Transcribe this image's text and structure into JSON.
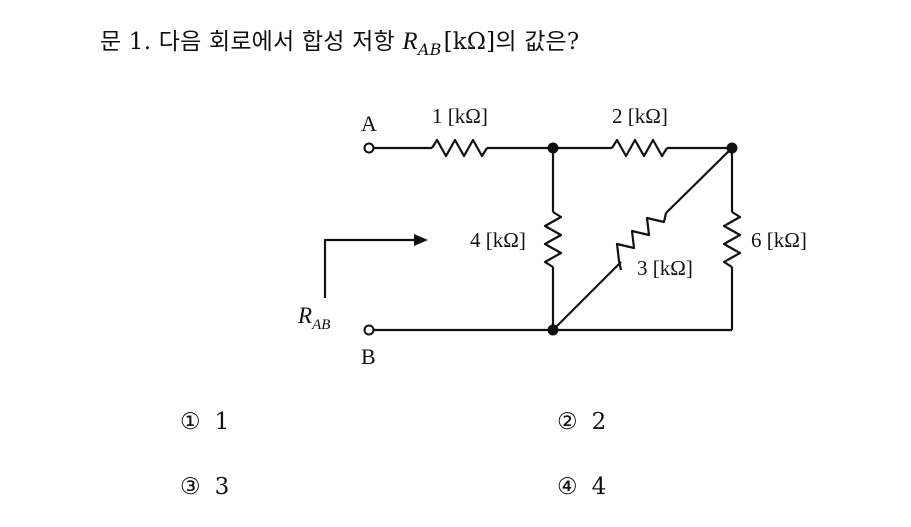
{
  "question": {
    "prefix": "문  1. 다음 회로에서 합성 저항 ",
    "symbol": "R",
    "subscript": "AB",
    "suffix": "[kΩ]의 값은?"
  },
  "circuit": {
    "terminal_a": "A",
    "terminal_b": "B",
    "rab_symbol": "R",
    "rab_subscript": "AB",
    "resistors": {
      "r1": "1 [kΩ]",
      "r2": "2 [kΩ]",
      "r3": "3 [kΩ]",
      "r4": "4 [kΩ]",
      "r6": "6 [kΩ]"
    }
  },
  "choices": [
    {
      "mark": "①",
      "value": "1"
    },
    {
      "mark": "②",
      "value": "2"
    },
    {
      "mark": "③",
      "value": "3"
    },
    {
      "mark": "④",
      "value": "4"
    }
  ]
}
